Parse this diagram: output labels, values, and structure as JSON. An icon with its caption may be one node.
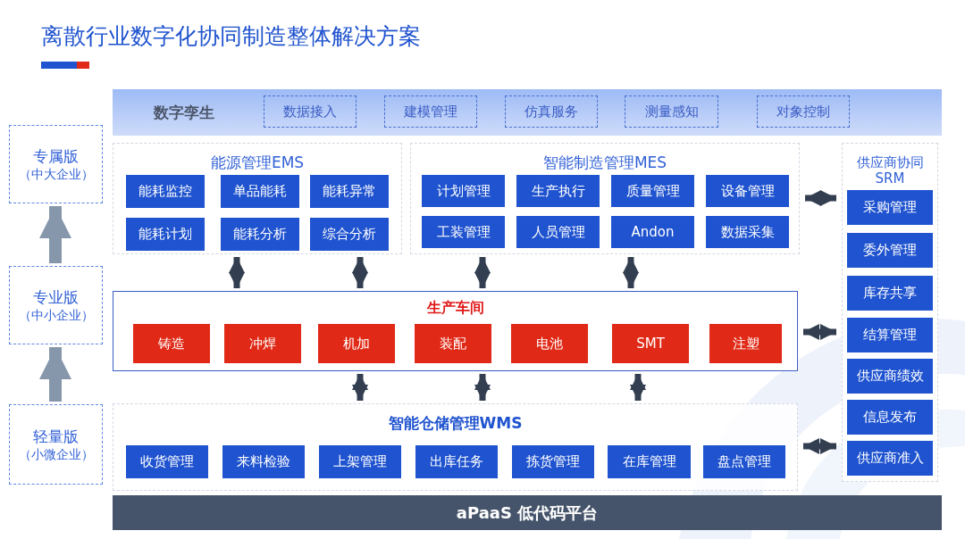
{
  "diagram": {
    "title": "离散行业数字化协同制造整体解决方案",
    "nodes": [
      {
        "text": [
          "数字孪生"
        ]
      },
      {
        "text": [
          "数据接入"
        ],
        "in": 0
      },
      {
        "text": [
          "建模管理"
        ],
        "in": 0
      },
      {
        "text": [
          "仿真服务"
        ],
        "in": 0
      },
      {
        "text": [
          "测量感知"
        ],
        "in": 0
      },
      {
        "text": [
          "对象控制"
        ],
        "in": 0
      },
      {
        "text": [
          "能源管理EMS"
        ]
      },
      {
        "text": [
          "能耗监控"
        ],
        "in": 6
      },
      {
        "text": [
          "单品能耗"
        ],
        "in": 6
      },
      {
        "text": [
          "能耗异常"
        ],
        "in": 6
      },
      {
        "text": [
          "能耗计划"
        ],
        "in": 6
      },
      {
        "text": [
          "能耗分析"
        ],
        "in": 6
      },
      {
        "text": [
          "综合分析"
        ],
        "in": 6
      },
      {
        "text": [
          "智能制造管理MES"
        ]
      },
      {
        "text": [
          "计划管理"
        ],
        "in": 13
      },
      {
        "text": [
          "生产执行"
        ],
        "in": 13
      },
      {
        "text": [
          "质量管理"
        ],
        "in": 13
      },
      {
        "text": [
          "设备管理"
        ],
        "in": 13
      },
      {
        "text": [
          "工装管理"
        ],
        "in": 13
      },
      {
        "text": [
          "人员管理"
        ],
        "in": 13
      },
      {
        "text": [
          "Andon"
        ],
        "in": 13
      },
      {
        "text": [
          "数据采集"
        ],
        "in": 13
      },
      {
        "text": [
          "供应商协同 SRM"
        ]
      },
      {
        "text": [
          "采购管理"
        ],
        "in": 22
      },
      {
        "text": [
          "委外管理"
        ],
        "in": 22
      },
      {
        "text": [
          "库存共享"
        ],
        "in": 22
      },
      {
        "text": [
          "结算管理"
        ],
        "in": 22
      },
      {
        "text": [
          "供应商绩效"
        ],
        "in": 22
      },
      {
        "text": [
          "信息发布"
        ],
        "in": 22
      },
      {
        "text": [
          "供应商准入"
        ],
        "in": 22
      },
      {
        "text": [
          "生产车间"
        ]
      },
      {
        "text": [
          "铸造"
        ],
        "in": 30
      },
      {
        "text": [
          "冲焊"
        ],
        "in": 30
      },
      {
        "text": [
          "机加"
        ],
        "in": 30
      },
      {
        "text": [
          "装配"
        ],
        "in": 30
      },
      {
        "text": [
          "电池"
        ],
        "in": 30
      },
      {
        "text": [
          "SMT"
        ],
        "in": 30
      },
      {
        "text": [
          "注塑"
        ],
        "in": 30
      },
      {
        "text": [
          "智能仓储管理WMS"
        ]
      },
      {
        "text": [
          "收货管理"
        ],
        "in": 38
      },
      {
        "text": [
          "来料检验"
        ],
        "in": 38
      },
      {
        "text": [
          "上架管理"
        ],
        "in": 38
      },
      {
        "text": [
          "出库任务"
        ],
        "in": 38
      },
      {
        "text": [
          "拣货管理"
        ],
        "in": 38
      },
      {
        "text": [
          "在库管理"
        ],
        "in": 38
      },
      {
        "text": [
          "盘点管理"
        ],
        "in": 38
      },
      {
        "text": [
          "aPaaS 低代码平台"
        ]
      },
      {
        "text": [
          "专属版",
          "（中大企业）"
        ]
      },
      {
        "text": [
          "专业版",
          "（中小企业）"
        ]
      },
      {
        "text": [
          "轻量版",
          "（小微企业）"
        ]
      }
    ],
    "edges": [
      {
        "from": 48,
        "to": 47,
        "arrow": "to",
        "style": "thick",
        "color": "#8797ab"
      },
      {
        "from": 49,
        "to": 48,
        "arrow": "to",
        "style": "thick",
        "color": "#8797ab"
      },
      {
        "from": 6,
        "to": 30,
        "arrow": "both"
      },
      {
        "from": 6,
        "to": 30,
        "arrow": "both"
      },
      {
        "from": 13,
        "to": 30,
        "arrow": "both"
      },
      {
        "from": 13,
        "to": 30,
        "arrow": "both"
      },
      {
        "from": 30,
        "to": 38,
        "arrow": "both"
      },
      {
        "from": 30,
        "to": 38,
        "arrow": "both"
      },
      {
        "from": 30,
        "to": 38,
        "arrow": "both"
      },
      {
        "from": 13,
        "to": 22,
        "arrow": "both"
      },
      {
        "from": 30,
        "to": 22,
        "arrow": "both"
      },
      {
        "from": 38,
        "to": 22,
        "arrow": "both"
      }
    ]
  }
}
